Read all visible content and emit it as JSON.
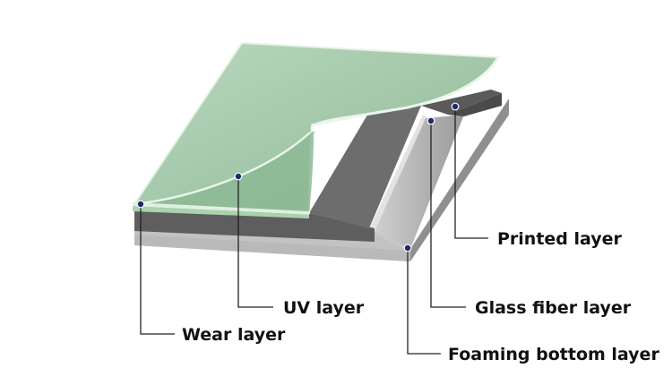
{
  "labels": {
    "printed": "Printed layer",
    "uv": "UV layer",
    "glass_fiber": "Glass fiber layer",
    "wear": "Wear layer",
    "foaming_bottom": "Foaming bottom layer"
  },
  "colors": {
    "wear_layer": "#c9e2cc",
    "uv_layer": "#9dc4a3",
    "uv_layer_light": "#b3d6b8",
    "printed_layer": "#6e6e6e",
    "glass_fiber_layer": "#a9a9a9",
    "foaming_bottom_layer": "#c4c4c4",
    "marker": "#1f2a6b",
    "leader_line": "#222222"
  }
}
